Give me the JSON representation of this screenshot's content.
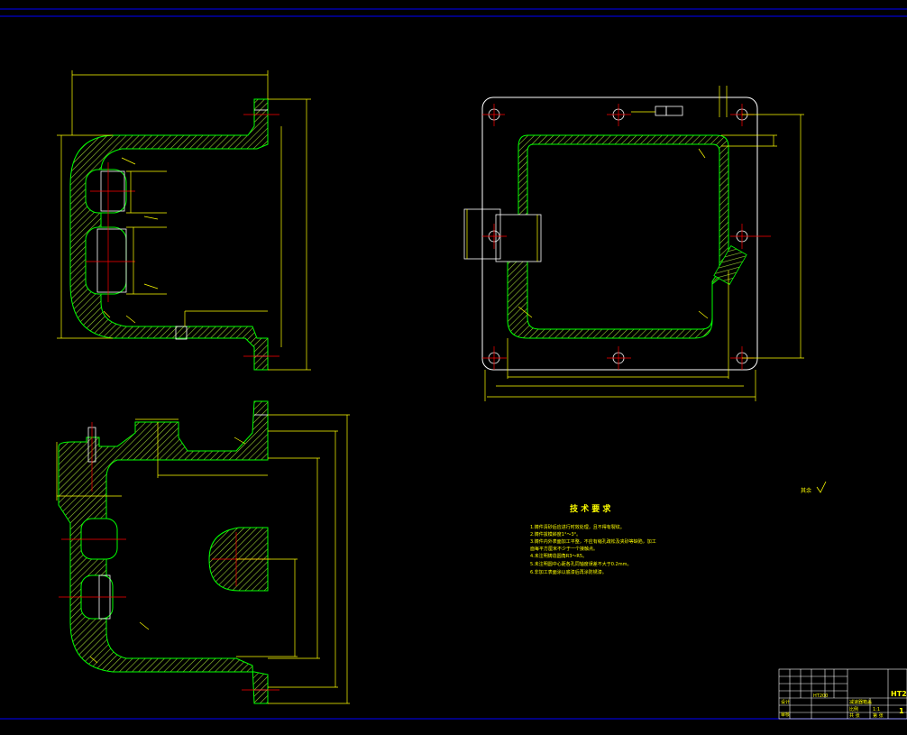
{
  "colors": {
    "background": "#000000",
    "outline": "#00ff00",
    "hatch": "#9acd32",
    "dimension": "#ffff00",
    "centerline": "#ff0000",
    "detail": "#ffffff",
    "border": "#0000ff"
  },
  "technical_requirements": {
    "title": "技 术 要 求",
    "items": [
      "1.铸件清砂后应进行时效处理，且不得有裂纹。",
      "2.铸件拔模斜度1°～3°。",
      "3.铸件内外表面加工平整，不应有缩孔疏松及夹砂等缺陷，加工",
      "  面每平方厘米不少于一个接触点。",
      "4.未注明铸造圆角R3～R5。",
      "5.未注明圆中心距各孔同轴度误差不大于0.2mm。",
      "6.非加工表面涂以底漆后再涂防锈漆。"
    ]
  },
  "surface_finish_label": "其余",
  "title_block": {
    "drawing_name": "减速器箱盖",
    "material": "HT200",
    "scale": "1:1",
    "sheet": "1",
    "labels": [
      "设计",
      "审核",
      "比例",
      "重量",
      "共 张",
      "第 张"
    ]
  }
}
